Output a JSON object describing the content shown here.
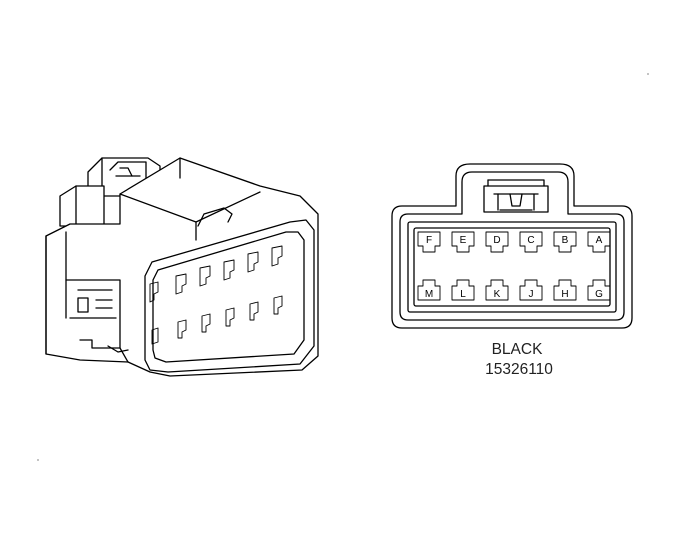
{
  "diagram": {
    "connector_color": "BLACK",
    "part_number": "15326110",
    "cavities_top_row": [
      "F",
      "E",
      "D",
      "C",
      "B",
      "A"
    ],
    "cavities_bottom_row": [
      "M",
      "L",
      "K",
      "J",
      "H",
      "G"
    ]
  }
}
